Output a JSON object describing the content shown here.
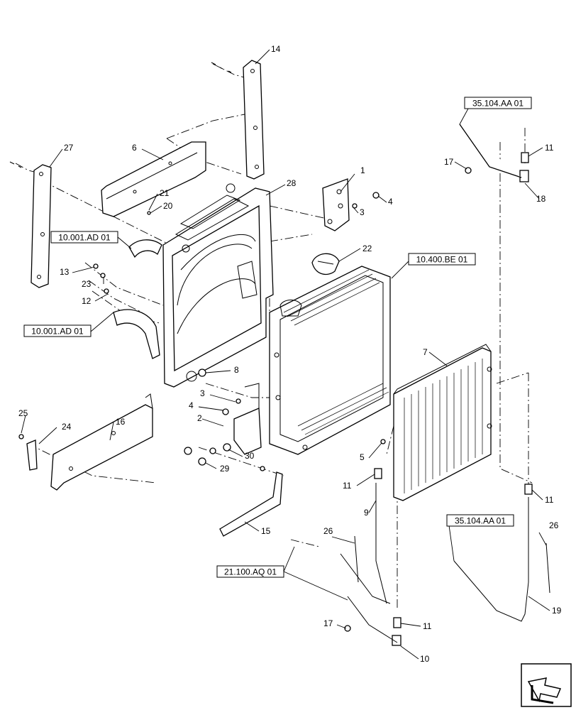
{
  "callouts": [
    {
      "id": "c1",
      "label": "1"
    },
    {
      "id": "c2",
      "label": "2"
    },
    {
      "id": "c3a",
      "label": "3"
    },
    {
      "id": "c3b",
      "label": "3"
    },
    {
      "id": "c4a",
      "label": "4"
    },
    {
      "id": "c4b",
      "label": "4"
    },
    {
      "id": "c5",
      "label": "5"
    },
    {
      "id": "c6",
      "label": "6"
    },
    {
      "id": "c7",
      "label": "7"
    },
    {
      "id": "c8",
      "label": "8"
    },
    {
      "id": "c9",
      "label": "9"
    },
    {
      "id": "c10",
      "label": "10"
    },
    {
      "id": "c11a",
      "label": "11"
    },
    {
      "id": "c11b",
      "label": "11"
    },
    {
      "id": "c11c",
      "label": "11"
    },
    {
      "id": "c11d",
      "label": "11"
    },
    {
      "id": "c12",
      "label": "12"
    },
    {
      "id": "c13",
      "label": "13"
    },
    {
      "id": "c14",
      "label": "14"
    },
    {
      "id": "c15",
      "label": "15"
    },
    {
      "id": "c16",
      "label": "16"
    },
    {
      "id": "c17a",
      "label": "17"
    },
    {
      "id": "c17b",
      "label": "17"
    },
    {
      "id": "c18",
      "label": "18"
    },
    {
      "id": "c19",
      "label": "19"
    },
    {
      "id": "c20",
      "label": "20"
    },
    {
      "id": "c21",
      "label": "21"
    },
    {
      "id": "c22",
      "label": "22"
    },
    {
      "id": "c23",
      "label": "23"
    },
    {
      "id": "c24",
      "label": "24"
    },
    {
      "id": "c25",
      "label": "25"
    },
    {
      "id": "c26a",
      "label": "26"
    },
    {
      "id": "c26b",
      "label": "26"
    },
    {
      "id": "c27",
      "label": "27"
    },
    {
      "id": "c28",
      "label": "28"
    },
    {
      "id": "c29",
      "label": "29"
    },
    {
      "id": "c30",
      "label": "30"
    }
  ],
  "references": [
    {
      "id": "r1",
      "label": "35.104.AA 01"
    },
    {
      "id": "r2",
      "label": "10.001.AD 01"
    },
    {
      "id": "r3",
      "label": "10.001.AD 01"
    },
    {
      "id": "r4",
      "label": "10.400.BE 01"
    },
    {
      "id": "r5",
      "label": "35.104.AA 01"
    },
    {
      "id": "r6",
      "label": "21.100.AQ 01"
    }
  ],
  "icons": {
    "navigation": "next-page-arrow-icon"
  }
}
